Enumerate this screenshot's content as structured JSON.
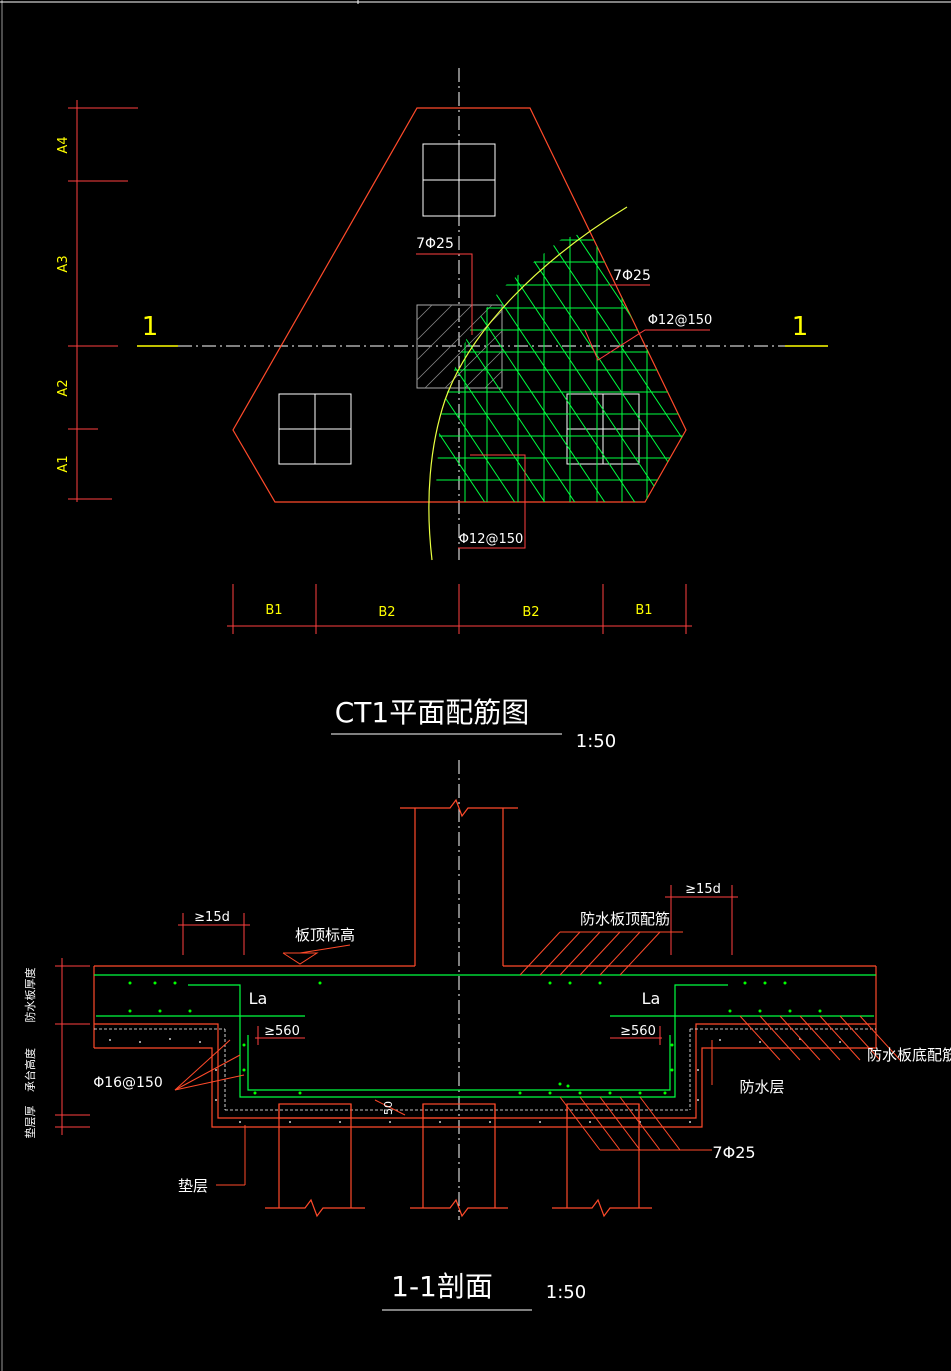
{
  "colors": {
    "background": "#000000",
    "outline": "#ff4a2a",
    "dimension": "#ff3f3f",
    "rebar": "#00ff40",
    "bar_dot": "#00ff00",
    "label": "#ffff00",
    "centerline": "#ffffff",
    "column": "#ffffff"
  },
  "plan": {
    "dim_left": [
      "A4",
      "A3",
      "A2",
      "A1"
    ],
    "dim_bottom": [
      "B1",
      "B2",
      "B2",
      "B1"
    ],
    "section_mark": "1",
    "labels": {
      "top_col_bars": "7Φ25",
      "right_bars": "7Φ25",
      "upper_mesh": "Φ12@150",
      "lower_mesh": "Φ12@150"
    },
    "title": "CT1平面配筋图",
    "scale": "1:50"
  },
  "section": {
    "labels": {
      "left_anchor": "≥15d",
      "right_anchor": "≥15d",
      "slab_top": "板顶标高",
      "wp_top_bars": "防水板顶配筋",
      "la_left": "La",
      "la_right": "La",
      "left_bend": "≥560",
      "right_bend": "≥560",
      "stirrup": "Φ16@150",
      "wp_bottom_bars": "防水板底配筋",
      "waterproof": "防水层",
      "bottom_bars": "7Φ25",
      "cushion": "垫层",
      "depth_mark": "50"
    },
    "vertical_dims": [
      "防水板厚度",
      "承台高度",
      "垫层厚"
    ],
    "title": "1-1剖面",
    "scale": "1:50"
  }
}
